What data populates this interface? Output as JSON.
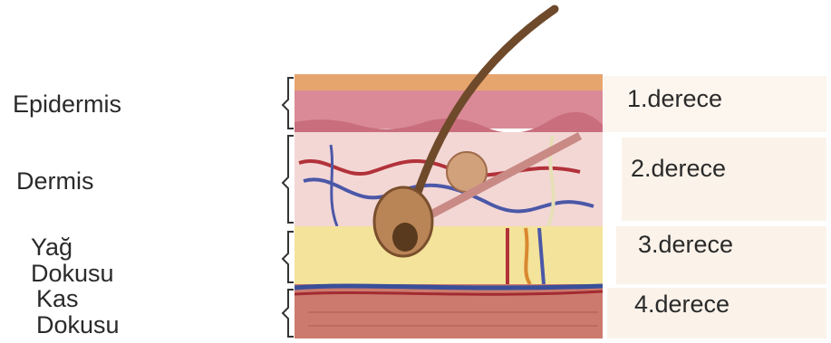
{
  "layers": [
    {
      "name": "Epidermis",
      "lines": [
        "Epidermis"
      ]
    },
    {
      "name": "Dermis",
      "lines": [
        "Dermis"
      ]
    },
    {
      "name": "Yağ Dokusu",
      "lines": [
        "Yağ",
        "Dokusu"
      ]
    },
    {
      "name": "Kas Dokusu",
      "lines": [
        "Kas",
        "Dokusu"
      ]
    }
  ],
  "degrees": [
    "1.derece",
    "2.derece",
    "3.derece",
    "4.derece"
  ],
  "colors": {
    "epidermis": "#d98a96",
    "dermis": "#f3d7d5",
    "fat": "#f4e39a",
    "muscle": "#cc7a6d",
    "hair": "#6e4a2b",
    "panel": "#fdf6ee"
  }
}
